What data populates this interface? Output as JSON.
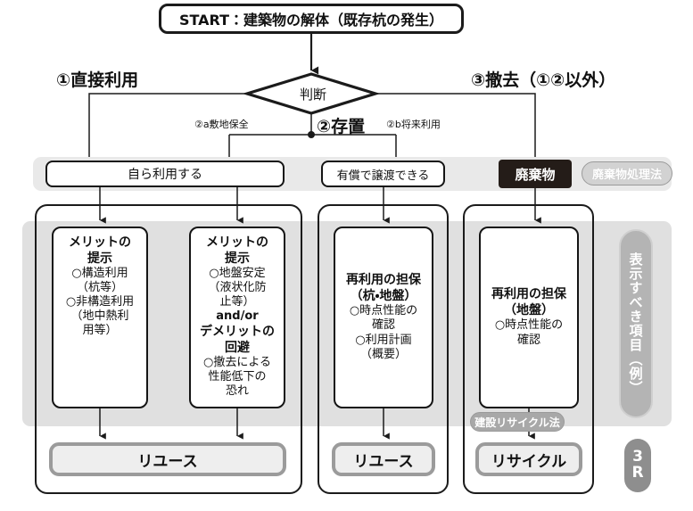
{
  "start": {
    "label": "START：建築物の解体（既存杭の発生）"
  },
  "decision": {
    "label": "判断"
  },
  "branches": {
    "left_head": "①直接利用",
    "right_head": "③撤去（①②以外）",
    "mid_head": "②存置",
    "sub_a": "②a敷地保全",
    "sub_b": "②b将来利用"
  },
  "categories": {
    "own_use": "自ら利用する",
    "sell": "有償で譲渡できる",
    "waste": "廃棄物",
    "waste_law": "廃棄物処理法"
  },
  "details": [
    {
      "title": "メリットの\n提示",
      "title_l1": "メリットの",
      "title_l2": "提示",
      "lines": [
        "○構造利用",
        "（杭等）",
        "○非構造利用",
        "（地中熱利",
        "用等）"
      ]
    },
    {
      "title_l1": "メリットの",
      "title_l2": "提示",
      "lines_a": [
        "○地盤安定",
        "（液状化防",
        "止等）"
      ],
      "andor": "and/or",
      "title2_l1": "デメリットの",
      "title2_l2": "回避",
      "lines_b": [
        "○撤去による",
        "性能低下の",
        "恐れ"
      ]
    },
    {
      "title_l1": "再利用の担保",
      "title_l2": "（杭・地盤）",
      "lines": [
        "○時点性能の",
        "確認",
        "○利用計画",
        "（概要）"
      ]
    },
    {
      "title_l1": "再利用の担保",
      "title_l2": "（地盤）",
      "lines": [
        "○時点性能の",
        "確認"
      ]
    }
  ],
  "recycle_law": "建設リサイクル法",
  "outcomes": {
    "reuse_left": "リユース",
    "reuse_mid": "リユース",
    "recycle": "リサイクル"
  },
  "side": {
    "vertical_label": "表示すべき項目（例）",
    "three_r_top": "3",
    "three_r_bottom": "R"
  },
  "colors": {
    "ink": "#141414",
    "waste_bg": "#241c18",
    "pill_grey": "#d2d2d2",
    "band_grey": "#e0e0e0",
    "outcome_border": "#9b9b9b"
  }
}
